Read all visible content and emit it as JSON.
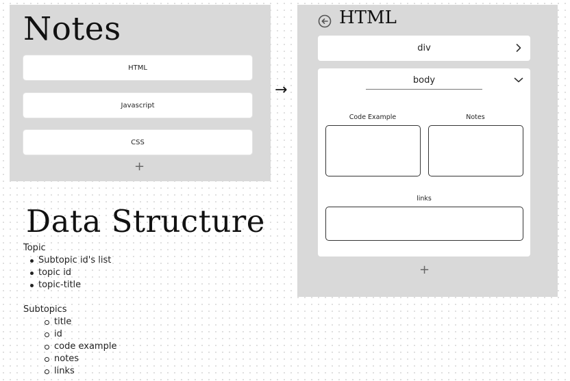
{
  "notes_frame": {
    "title": "Notes",
    "topics": [
      {
        "label": "HTML"
      },
      {
        "label": "Javascript"
      },
      {
        "label": "CSS"
      }
    ],
    "add_symbol": "+"
  },
  "arrow_symbol": "→",
  "html_frame": {
    "title": "HTML",
    "collapsed_item": {
      "label": "div"
    },
    "expanded_item": {
      "label": "body",
      "code_example_label": "Code Example",
      "notes_label": "Notes",
      "links_label": "links"
    },
    "add_symbol": "+"
  },
  "data_structure": {
    "title": "Data Structure",
    "topic_heading": "Topic",
    "topic_fields": [
      "Subtopic id's list",
      "topic id",
      "topic-title"
    ],
    "subtopics_heading": "Subtopics",
    "subtopic_fields": [
      "title",
      "id",
      "code example",
      "notes",
      "links"
    ]
  },
  "icons": {
    "back": "back-arrow-circle-icon",
    "chevron_right": "chevron-right-icon",
    "chevron_down": "chevron-down-icon"
  }
}
